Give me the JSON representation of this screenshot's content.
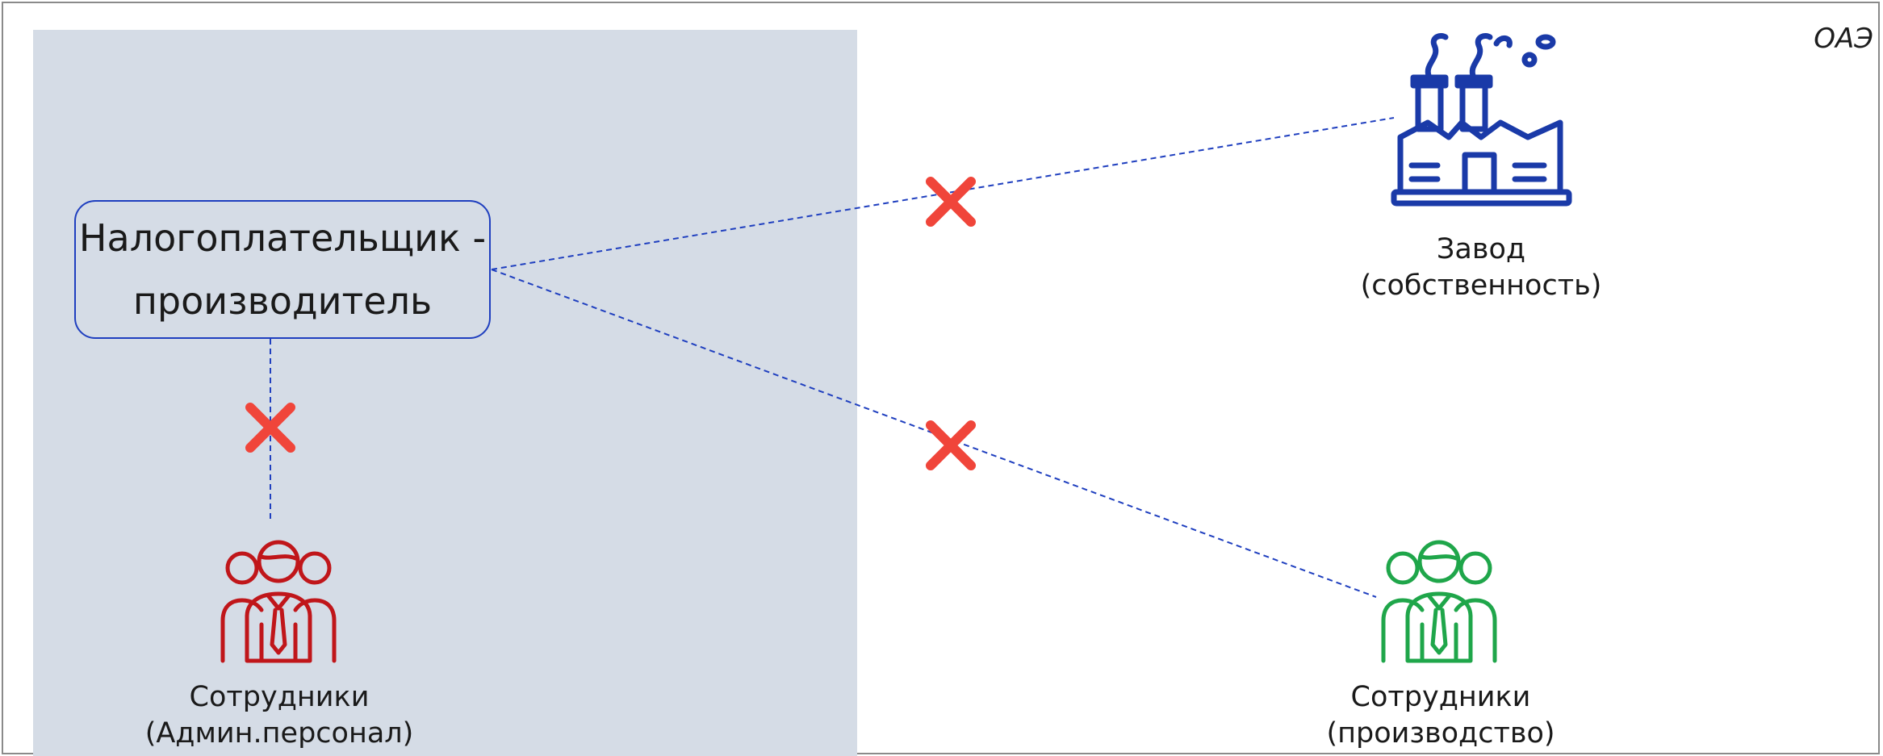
{
  "region_label": "ОАЭ",
  "taxpayer": {
    "line1": "Налогоплательщик -",
    "line2": "производитель"
  },
  "nodes": {
    "plant": {
      "line1": "Завод",
      "line2": "(собственность)",
      "icon": "factory-icon",
      "color": "#1a3aa8"
    },
    "admin_staff": {
      "line1": "Сотрудники",
      "line2": "(Админ.персонал)",
      "icon": "employees-icon",
      "color": "#c0161a"
    },
    "production_staff": {
      "line1": "Сотрудники",
      "line2": "(производство)",
      "icon": "employees-icon",
      "color": "#1fa64a"
    }
  },
  "connections": [
    {
      "from": "taxpayer",
      "to": "plant",
      "broken": true
    },
    {
      "from": "taxpayer",
      "to": "production_staff",
      "broken": true
    },
    {
      "from": "taxpayer",
      "to": "admin_staff",
      "broken": true
    }
  ],
  "colors": {
    "panel": "#d5dce6",
    "connector": "#1f3fbf",
    "cross": "#f0453a"
  }
}
